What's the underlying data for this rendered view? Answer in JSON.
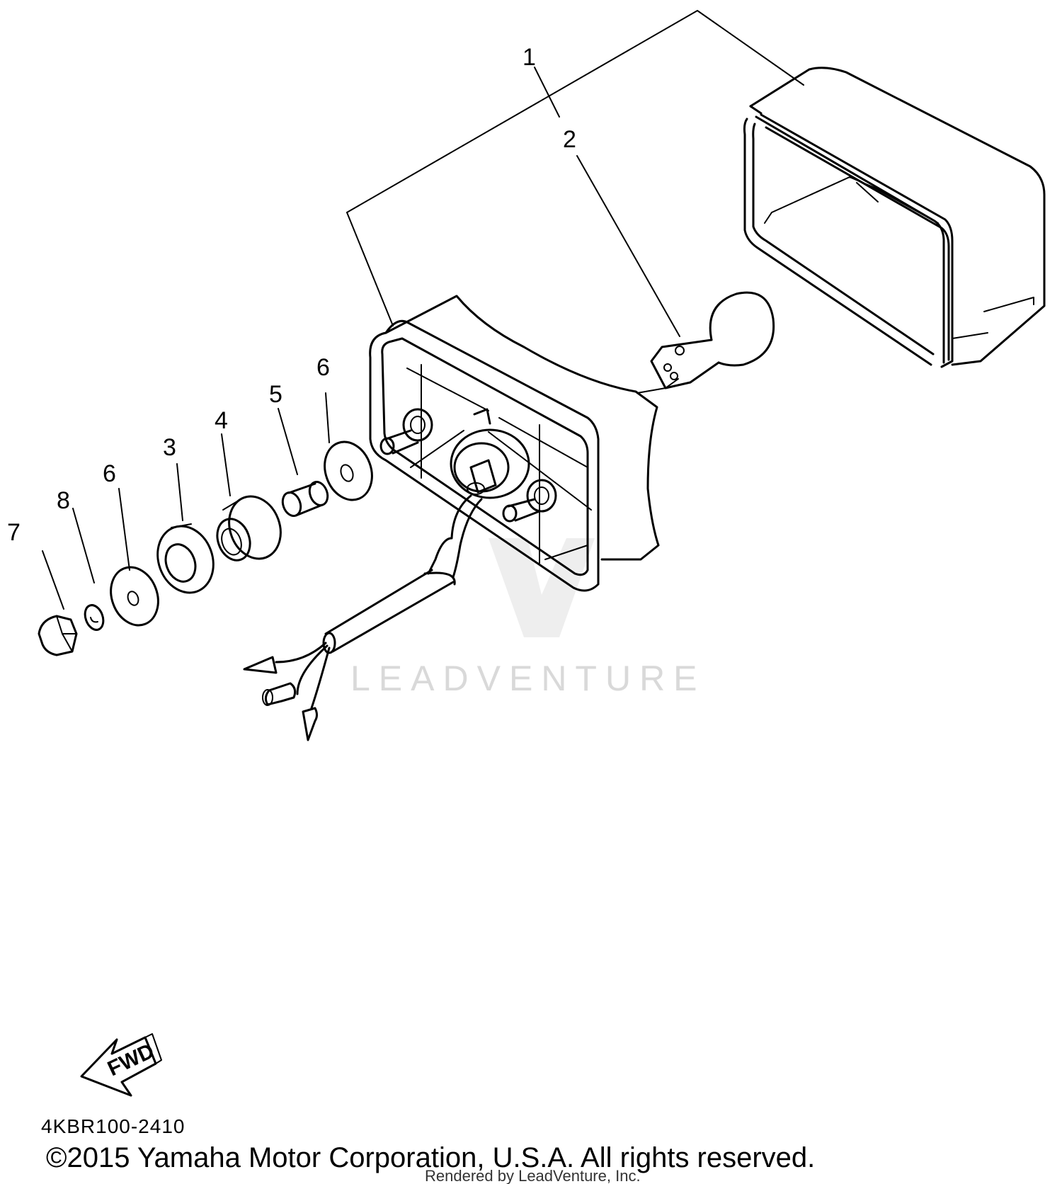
{
  "callouts": [
    {
      "id": "1",
      "label": "1"
    },
    {
      "id": "2",
      "label": "2"
    },
    {
      "id": "3",
      "label": "3"
    },
    {
      "id": "4",
      "label": "4"
    },
    {
      "id": "5",
      "label": "5"
    },
    {
      "id": "6a",
      "label": "6"
    },
    {
      "id": "6b",
      "label": "6"
    },
    {
      "id": "7",
      "label": "7"
    },
    {
      "id": "8",
      "label": "8"
    }
  ],
  "fwd_label": "FWD",
  "watermark": "LEADVENTURE",
  "diagram_code": "4KBR100-2410",
  "copyright": "©2015 Yamaha Motor Corporation, U.S.A. All rights reserved.",
  "rendered_by": "Rendered by LeadVenture, Inc."
}
